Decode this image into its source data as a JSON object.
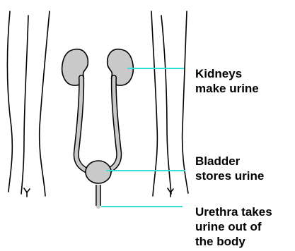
{
  "colors": {
    "organ_fill": "#c9c9c9",
    "outline": "#000000",
    "leader_line": "#33e0d8",
    "background": "#ffffff"
  },
  "labels": {
    "kidneys": [
      "Kidneys",
      "make urine"
    ],
    "bladder": [
      "Bladder",
      "stores urine"
    ],
    "urethra": [
      "Urethra takes",
      "urine out of",
      "the body"
    ]
  }
}
